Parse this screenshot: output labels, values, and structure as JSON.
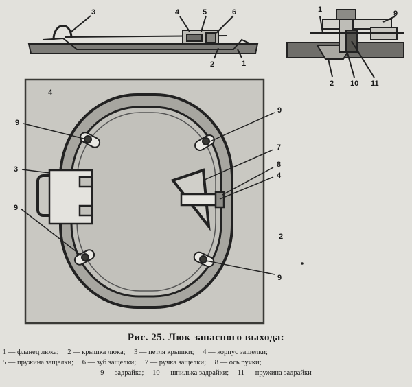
{
  "callouts": {
    "top_left_view": [
      "3",
      "4",
      "5",
      "6",
      "2",
      "1"
    ],
    "top_right_view": [
      "1",
      "9",
      "2",
      "10",
      "11"
    ],
    "main_view": [
      "9",
      "9",
      "3",
      "9",
      "9",
      "7",
      "8",
      "4",
      "2"
    ],
    "plate_label": "4"
  },
  "caption": {
    "fig_number": "Рис. 25.",
    "title": "Люк запасного выхода:",
    "legend": [
      {
        "num": "1",
        "text": "фланец люка;"
      },
      {
        "num": "2",
        "text": "крышка люка;"
      },
      {
        "num": "3",
        "text": "петля крышки;"
      },
      {
        "num": "4",
        "text": "корпус защелки;"
      },
      {
        "num": "5",
        "text": "пружина защелки;"
      },
      {
        "num": "6",
        "text": "зуб защелки;"
      },
      {
        "num": "7",
        "text": "ручка защелки;"
      },
      {
        "num": "8",
        "text": "ось ручки;"
      },
      {
        "num": "9",
        "text": "задрайка;"
      },
      {
        "num": "10",
        "text": "шпилька задрайки;"
      },
      {
        "num": "11",
        "text": "пружина задрайки"
      }
    ]
  }
}
